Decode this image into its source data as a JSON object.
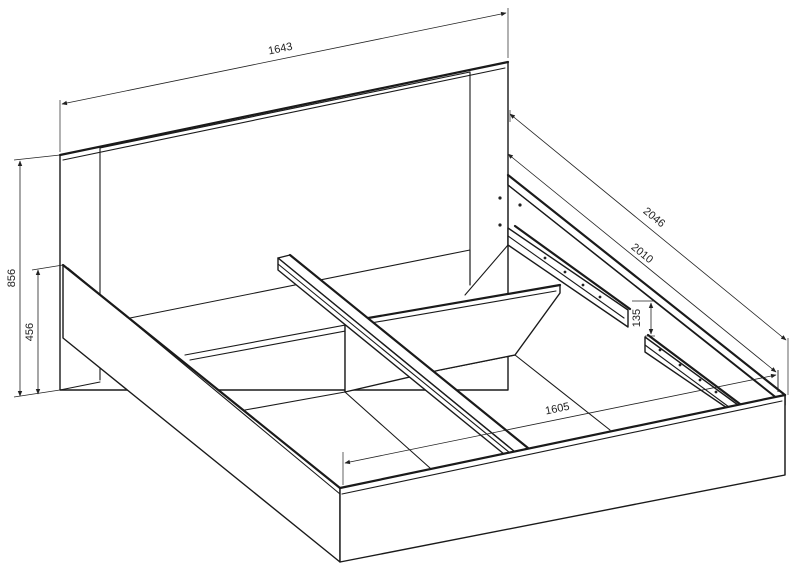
{
  "drawing": {
    "subject": "bed-frame-isometric",
    "dimensions": {
      "headboard_width": "1643",
      "side_rail_outer": "2046",
      "side_rail_inner": "2010",
      "total_height": "856",
      "rail_height": "456",
      "inner_width": "1605",
      "slat_support_height": "135"
    }
  }
}
